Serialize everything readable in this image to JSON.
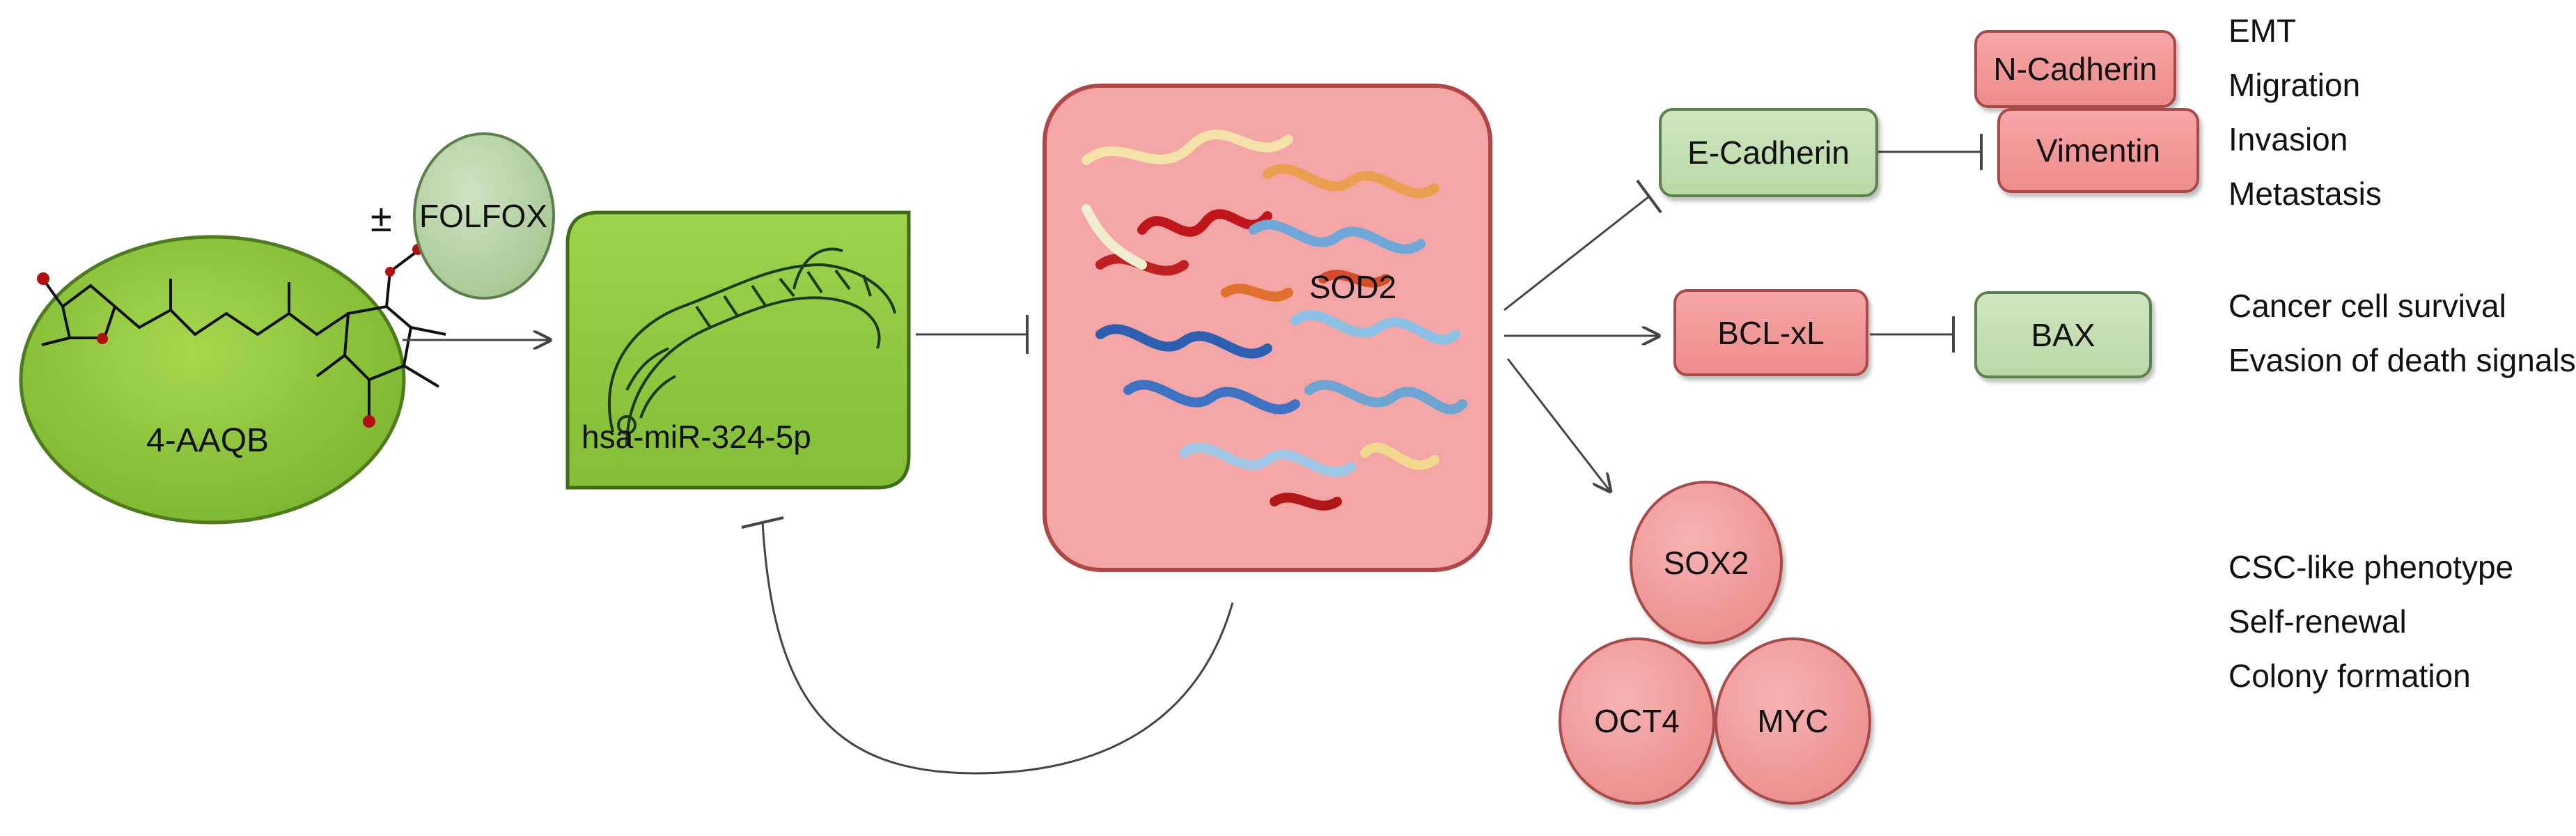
{
  "nodes": {
    "drug": "4-AAQB",
    "folfox": "FOLFOX",
    "plus_minus": "±",
    "mirna": "hsa-miR-324-5p",
    "sod2": "SOD2",
    "e_cadherin": "E-Cadherin",
    "n_cadherin": "N-Cadherin",
    "vimentin": "Vimentin",
    "bcl_xl": "BCL-xL",
    "bax": "BAX",
    "sox2": "SOX2",
    "oct4": "OCT4",
    "myc": "MYC"
  },
  "outcomes": {
    "emt": [
      "EMT",
      "Migration",
      "Invasion",
      "Metastasis"
    ],
    "survival": [
      "Cancer cell survival",
      "Evasion of death signals"
    ],
    "csc": [
      "CSC-like phenotype",
      "Self-renewal",
      "Colony formation"
    ]
  },
  "colors": {
    "green_node": "#8cc63f",
    "light_green_node": "#c2dcb0",
    "red_node": "#f4a0a0",
    "edge": "#444444"
  }
}
